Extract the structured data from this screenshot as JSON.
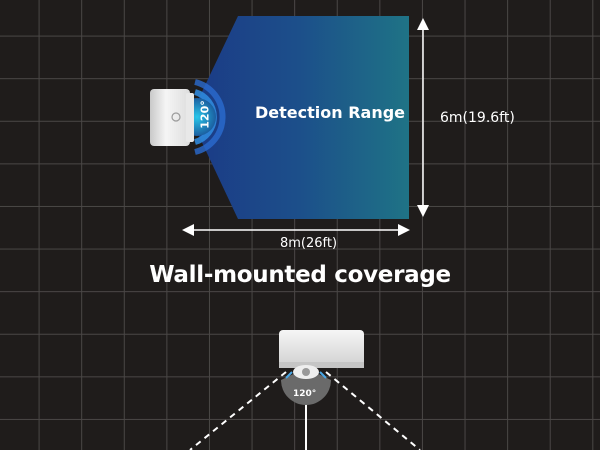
{
  "top_view": {
    "detection_label": "Detection Range",
    "angle_label": "120°",
    "height_dimension": "6m(19.6ft)",
    "width_dimension": "8m(26ft)"
  },
  "title": "Wall-mounted coverage",
  "bottom_view": {
    "angle_label": "120°"
  },
  "colors": {
    "background": "#1f1c1b",
    "grid": "#4a4746",
    "cone_dark": "#1b3f8c",
    "cone_light": "#1f6f86",
    "device": "#eeeeee"
  }
}
